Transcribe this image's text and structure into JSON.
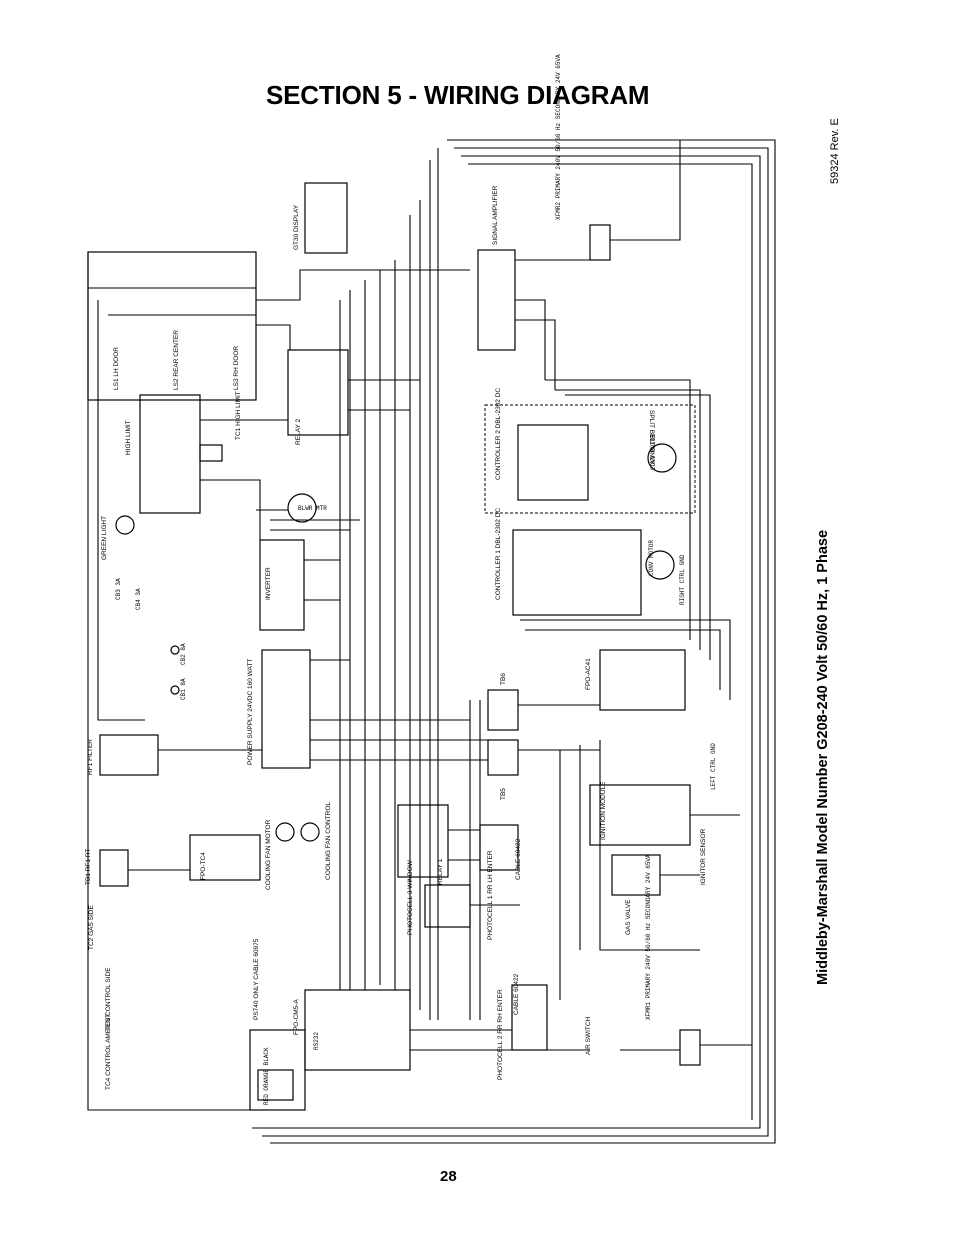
{
  "header": {
    "title": "SECTION 5 - WIRING DIAGRAM",
    "revision": "59324 Rev. E"
  },
  "side_title": "Middleby-Marshall Model Number G208-240 Volt 50/60 Hz, 1 Phase",
  "footer": {
    "page_number": "28"
  },
  "components": {
    "signal_amplifier": "SIGNAL AMPLIFIER",
    "gt30_display": "GT30 DISPLAY",
    "xfmr2": "XFMR2 PRIMARY 240V 50/60 Hz SECONDARY 24V 65VA",
    "xfmr1": "XFMR1 PRIMARY 240V 50/60 Hz SECONDARY 24V 65VA",
    "split_belt": "SPLIT BELT ONLY",
    "controller2": "CONTROLLER 2 DBL-2302 DC",
    "controller1": "CONTROLLER 1 DBL-2302 DC",
    "ls1": "LS1 LH DOOR",
    "ls2": "LS2 REAR CENTER",
    "ls3": "LS3 RH DOOR",
    "relay2": "RELAY 2",
    "relay1": "RELAY 1",
    "high_limit": "HIGH LIMIT",
    "tc1": "TC1 HIGH LIMIT",
    "green_light": "GREEN LIGHT",
    "blwr_mtr": "BLWR MTR",
    "inverter": "INVERTER",
    "power_supply": "POWER SUPPLY 24VDC 160 WATT",
    "rf1_filter": "RF1 FILTER",
    "tb1": "TB1 RF1 RT",
    "fpo_tc4": "FPO-TC4",
    "cooling_fan_motor": "COOLING FAN MOTOR",
    "cooling_fan_control": "COOLING FAN CONTROL",
    "fpo_ac41": "FPO-AC41",
    "ignition_module": "IGNITION MODULE",
    "ignitor_sensor": "IGNITOR SENSOR",
    "gas_valve": "GAS VALVE",
    "photocell3": "PHOTOCELL 3 WINDOW",
    "photocell1": "PHOTOCELL 1 RR LH ENTER",
    "photocell2": "PHOTOCELL 2 RR RH ENTER",
    "fpo_cm5a": "FPO-CM5-A",
    "ps740": "PS740 ONLY CABLE 60975",
    "air_switch": "AIR SWITCH",
    "tb5": "TB5",
    "tb6": "TB6",
    "cable": "CABLE 60422",
    "tc2": "TC2 GAS SIDE",
    "tc3": "TC3 CONTROL SIDE",
    "tc4": "TC4 CONTROL AMBIENT",
    "cb1": "CB1 8A",
    "cb2": "CB2 8A",
    "cb3": "CB3 3A",
    "cb4": "CB4 3A",
    "conv_motor": "CONV MOTOR",
    "right_ctrl_gnd": "RIGHT CTRL GND",
    "left_ctrl_gnd": "LEFT CTRL GND",
    "rs232": "RS232",
    "red_orange_black": "RED ORANGE BLACK"
  },
  "colors": {
    "ink": "#000000",
    "paper": "#ffffff"
  }
}
